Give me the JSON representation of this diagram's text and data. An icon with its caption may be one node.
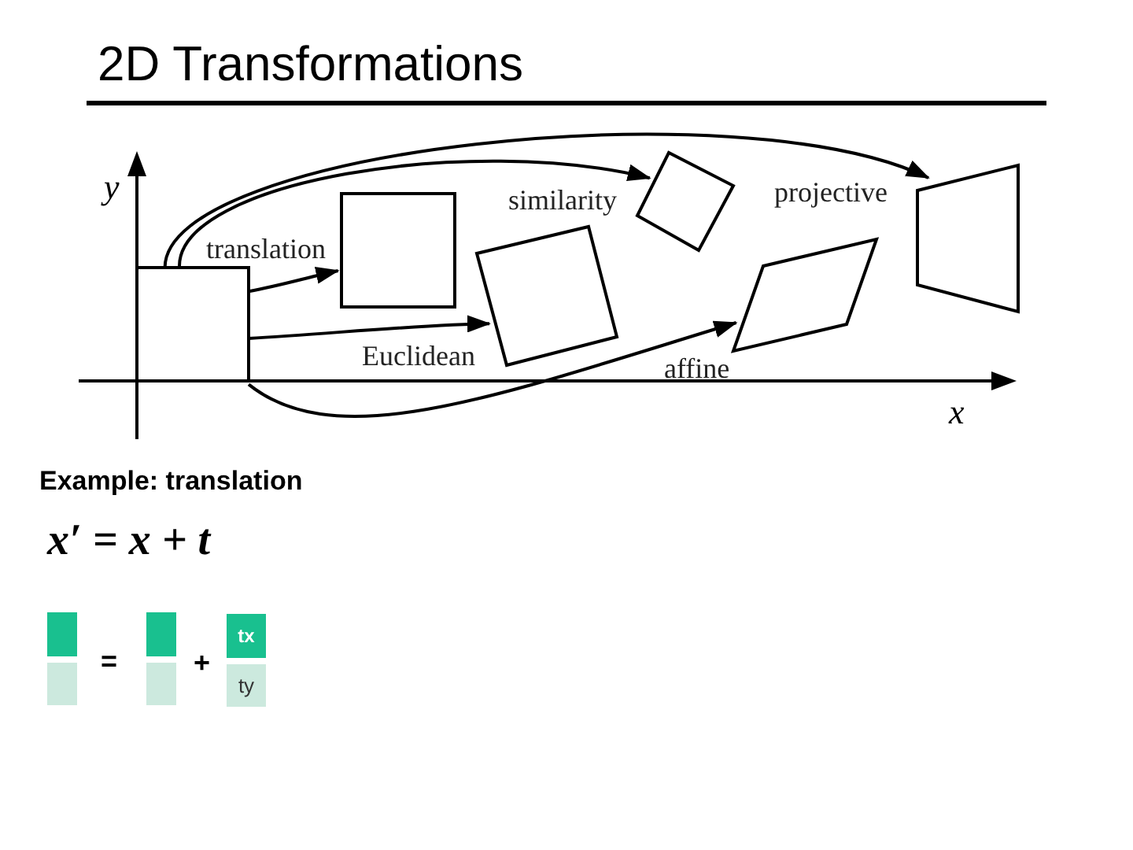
{
  "diagram": {
    "title": "2D Transformations",
    "nodes": [
      {
        "text": [],
        "shape": "box"
      },
      {
        "text": [],
        "shape": "box"
      },
      {
        "text": [],
        "shape": "box"
      },
      {
        "text": [],
        "shape": "box"
      },
      {
        "text": [],
        "shape": "parallelogram"
      },
      {
        "text": [],
        "shape": "trapezoid"
      }
    ],
    "edges": [
      {
        "from": 0,
        "to": 1,
        "arrow": "to",
        "label": "translation"
      },
      {
        "from": 0,
        "to": 2,
        "arrow": "to",
        "label": "Euclidean"
      },
      {
        "from": 0,
        "to": 3,
        "arrow": "to",
        "label": "similarity"
      },
      {
        "from": 0,
        "to": 4,
        "arrow": "to",
        "label": "affine"
      },
      {
        "from": 0,
        "to": 5,
        "arrow": "to",
        "label": "projective"
      }
    ],
    "labels": [
      "y",
      "x",
      "Example: translation",
      "x′ = x + t",
      "tx",
      "=",
      "+",
      "ty"
    ]
  }
}
